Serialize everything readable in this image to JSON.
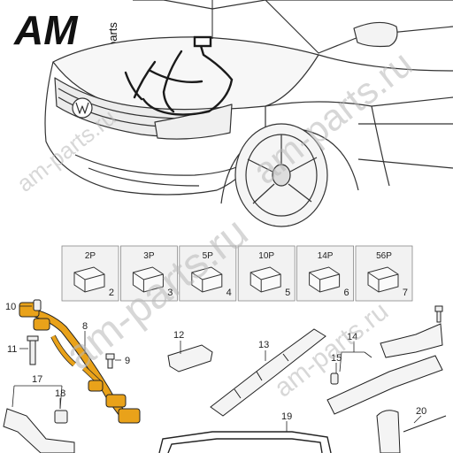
{
  "logo": {
    "main": "AM",
    "sub": "parts"
  },
  "watermarks": [
    "am-parts.ru",
    "am-parts.ru",
    "am-parts.ru",
    "am-parts.ru"
  ],
  "connectors": [
    {
      "pins": "2P",
      "number": "2"
    },
    {
      "pins": "3P",
      "number": "3"
    },
    {
      "pins": "5P",
      "number": "4"
    },
    {
      "pins": "10P",
      "number": "5"
    },
    {
      "pins": "14P",
      "number": "6"
    },
    {
      "pins": "56P",
      "number": "7"
    }
  ],
  "callouts": {
    "c8": "8",
    "c9": "9",
    "c10": "10",
    "c11": "11",
    "c12": "12",
    "c13": "13",
    "c14": "14",
    "c15": "15",
    "c17": "17",
    "c18": "18",
    "c19": "19",
    "c20": "20"
  },
  "colors": {
    "harness_highlight": "#e9a21a",
    "line": "#2a2a2a",
    "tile_bg": "#f2f2f2"
  }
}
